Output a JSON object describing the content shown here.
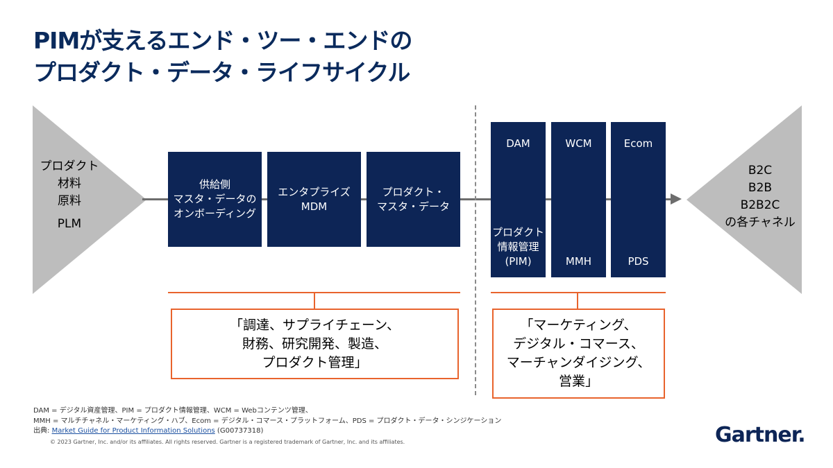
{
  "title": {
    "line1": "PIMが支えるエンド・ツー・エンドの",
    "line2": "プロダクト・データ・ライフサイクル"
  },
  "left_sources": {
    "line1": "プロダクト",
    "line2": "材料",
    "line3": "原料",
    "line4": "PLM"
  },
  "right_targets": {
    "line1": "B2C",
    "line2": "B2B",
    "line3": "B2B2C",
    "line4": "の各チャネル"
  },
  "process_boxes": [
    {
      "line1": "供給側",
      "line2": "マスタ・データの",
      "line3": "オンボーディング"
    },
    {
      "line1": "エンタプライズ",
      "line2": "MDM"
    },
    {
      "line1": "プロダクト・",
      "line2": "マスタ・データ"
    }
  ],
  "pim_columns": [
    {
      "top": "DAM",
      "bottom1": "プロダクト",
      "bottom2": "情報管理",
      "bottom3": "(PIM)"
    },
    {
      "top": "WCM",
      "bottom1": "MMH"
    },
    {
      "top": "Ecom",
      "bottom1": "PDS"
    }
  ],
  "left_scope": {
    "line1": "「調達、サプライチェーン、",
    "line2": "財務、研究開発、製造、",
    "line3": "プロダクト管理」"
  },
  "right_scope": {
    "line1": "「マーケティング、",
    "line2": "デジタル・コマース、",
    "line3": "マーチャンダイジング、",
    "line4": "営業」"
  },
  "footnotes": {
    "line1": "DAM = デジタル資産管理、PIM = プロダクト情報管理、WCM = Webコンテンツ管理、",
    "line2": "MMH = マルチチャネル・マーケティング・ハブ、Ecom = デジタル・コマース・プラットフォーム、PDS = プロダクト・データ・シンジケーション",
    "source_prefix": "出典: ",
    "source_link": "Market Guide for Product Information Solutions",
    "source_suffix": " (G00737318)"
  },
  "copyright": "© 2023 Gartner, Inc. and/or its affiliates. All rights reserved. Gartner is a registered trademark of Gartner, Inc. and its affiliates.",
  "logo": "Gartner.",
  "colors": {
    "navy": "#0d2556",
    "orange": "#e8632c",
    "gray": "#bdbdbd"
  }
}
